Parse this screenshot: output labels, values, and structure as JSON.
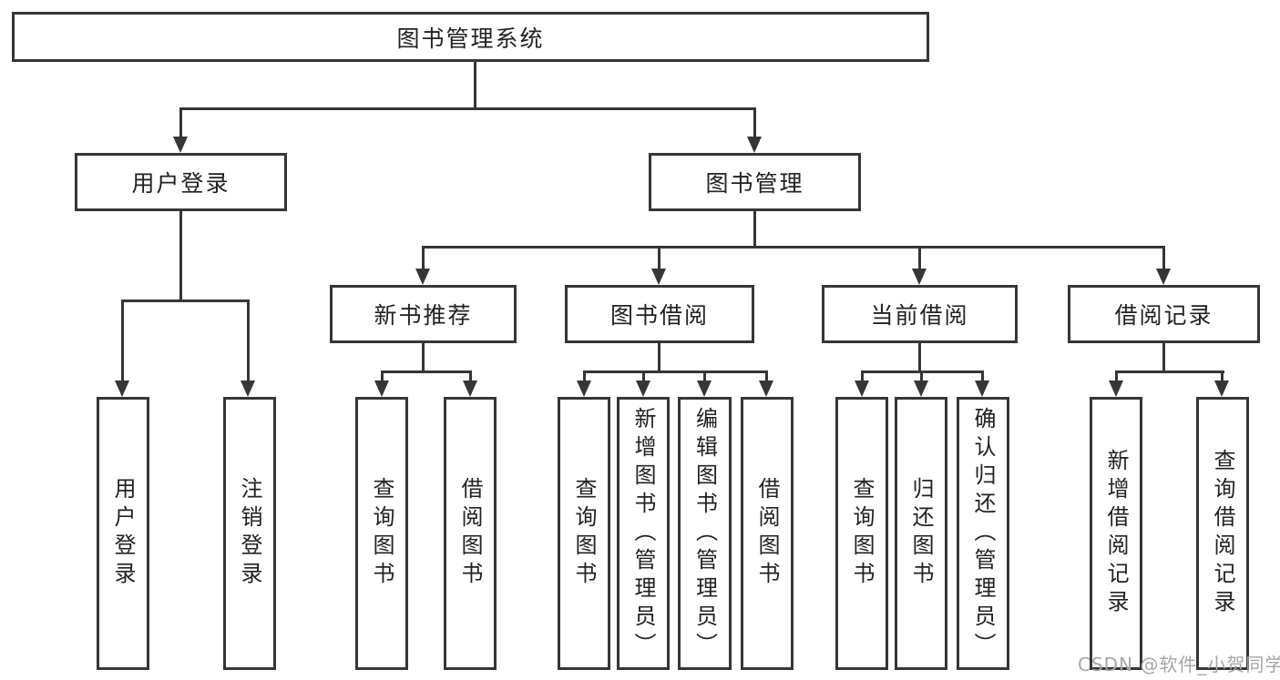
{
  "diagram_title": "图书管理系统",
  "tree": {
    "root": {
      "label": "图书管理系统",
      "children": [
        {
          "label": "用户登录",
          "children": [
            {
              "label": "用户登录"
            },
            {
              "label": "注销登录"
            }
          ]
        },
        {
          "label": "图书管理",
          "children": [
            {
              "label": "新书推荐",
              "children": [
                {
                  "label": "查询图书"
                },
                {
                  "label": "借阅图书"
                }
              ]
            },
            {
              "label": "图书借阅",
              "children": [
                {
                  "label": "查询图书"
                },
                {
                  "label": "新增图书（管理员）"
                },
                {
                  "label": "编辑图书（管理员）"
                },
                {
                  "label": "借阅图书"
                }
              ]
            },
            {
              "label": "当前借阅",
              "children": [
                {
                  "label": "查询图书"
                },
                {
                  "label": "归还图书"
                },
                {
                  "label": "确认归还（管理员）"
                }
              ]
            },
            {
              "label": "借阅记录",
              "children": [
                {
                  "label": "新增借阅记录"
                },
                {
                  "label": "查询借阅记录"
                }
              ]
            }
          ]
        }
      ]
    }
  },
  "watermark": {
    "text": "CSDN @软件_小贺同学"
  },
  "colors": {
    "line": "#363636",
    "box_border": "#363636",
    "text": "#222222",
    "watermark": "#a6a6a6",
    "background": "#ffffff"
  }
}
